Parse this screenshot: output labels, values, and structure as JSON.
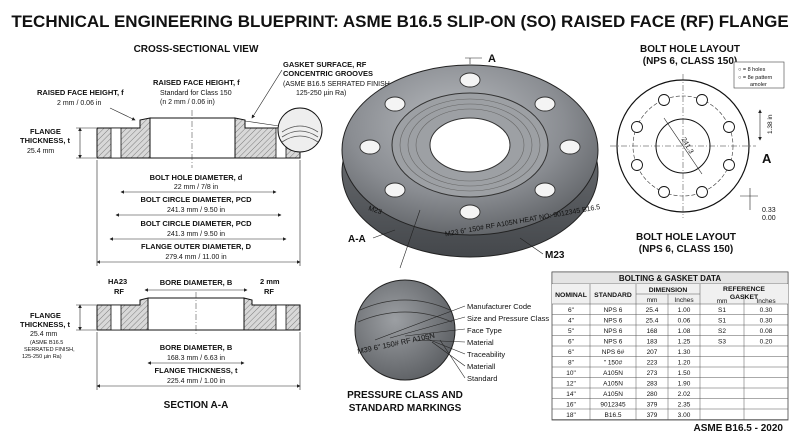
{
  "title": "TECHNICAL ENGINEERING BLUEPRINT: ASME B16.5 SLIP-ON (SO) RAISED FACE (RF) FLANGE",
  "cross_section": {
    "heading": "CROSS-SECTIONAL VIEW",
    "rf_height_left": "RAISED FACE HEIGHT, f",
    "rf_height_left_val": "2 mm / 0.06 in",
    "rf_height_center": "RAISED FACE HEIGHT, f",
    "rf_height_center_std": "Standard for Class 150",
    "rf_height_center_val": "(n 2 mm / 0.06 in)",
    "gasket_1": "GASKET SURFACE, RF",
    "gasket_2": "CONCENTRIC GROOVES",
    "gasket_3": "(ASME B16.5 SERRATED FINISH,",
    "gasket_4": "125-250 µin Ra)",
    "thickness_1": "FLANGE",
    "thickness_2": "THICKNESS, t",
    "thickness_3": "25.4 mm",
    "bolt_hole_dia": "BOLT HOLE DIAMETER, d",
    "bolt_hole_dia_val": "22 mm / 7/8 in",
    "bcd_1": "BOLT CIRCLE DIAMETER, PCD",
    "bcd_1_val": "241.3 mm / 9.50 in",
    "bcd_2": "BOLT CIRCLE DIAMETER, PCD",
    "bcd_2_val": "241.3 mm / 9.50 in",
    "od": "FLANGE OUTER DIAMETER, D",
    "od_val": "279.4 mm / 11.00 in"
  },
  "section_aa": {
    "heading": "SECTION A-A",
    "ha23": "HA23",
    "rf_left": "RF",
    "bore": "BORE DIAMETER, B",
    "two_mm": "2 mm",
    "rf_right": "RF",
    "thick_1": "FLANGE",
    "thick_2": "THICKNESS, t",
    "thick_3": "25.4 mm",
    "thick_4": "(ASME B16.5",
    "thick_5": "SERRATED FINISH,",
    "thick_6": "125-250 µin Ra)",
    "bore_2": "BORE DIAMETER, B",
    "bore_2_val": "168.3 mm / 6.63 in",
    "ft": "FLANGE THICKNESS, t",
    "ft_val": "225.4 mm / 1.00 in"
  },
  "render": {
    "marker_a": "A",
    "aa": "A-A",
    "m23": "M23",
    "stamp": "M23  6\" 150# RF A105N  HEAT NO: 9012345  B16.5"
  },
  "markings": {
    "heading_1": "PRESSURE CLASS AND",
    "heading_2": "STANDARD MARKINGS",
    "inset_text": "M39  6\" 150# RF A105N",
    "callouts": [
      "Manufacturer Code",
      "Size and Pressure Class",
      "Face Type",
      "Material",
      "Traceability",
      "Materiall",
      "Standard"
    ]
  },
  "bolt_layout": {
    "heading_1": "BOLT HOLE LAYOUT",
    "heading_2": "(NPS 6, CLASS 150)",
    "legend_1": "○ = 8 holes",
    "legend_2": "○ = 8e pattern",
    "legend_3": "amoler",
    "pcd": "241.3",
    "dim_right": "1.38 in",
    "marker": "A",
    "dim_a": "0.33",
    "dim_b": "0.00",
    "heading_3": "BOLT HOLE LAYOUT",
    "heading_4": "(NPS 6, CLASS 150)"
  },
  "table": {
    "title": "BOLTING & GASKET DATA",
    "h_nominal": "NOMINAL",
    "h_standard": "STANDARD",
    "h_dimension": "DIMENSION",
    "h_mm": "mm",
    "h_inches": "Inches",
    "h_reference": "REFERENCE",
    "h_gasket": "GASKET",
    "h_ref_mm": "mm",
    "h_ref_inches": "Inches",
    "rows": [
      {
        "nominal": "6\"",
        "standard": "NPS 6",
        "mm": "25.4",
        "inches": "1.00",
        "ref_mm": "S1",
        "ref_in": "0.30"
      },
      {
        "nominal": "4\"",
        "standard": "NPS 6",
        "mm": "25.4",
        "inches": "0.06",
        "ref_mm": "S1",
        "ref_in": "0.30"
      },
      {
        "nominal": "5\"",
        "standard": "NPS 6",
        "mm": "168",
        "inches": "1.08",
        "ref_mm": "S2",
        "ref_in": "0.08"
      },
      {
        "nominal": "6\"",
        "standard": "NPS 6",
        "mm": "183",
        "inches": "1.25",
        "ref_mm": "S3",
        "ref_in": "0.20"
      },
      {
        "nominal": "6\"",
        "standard": "NPS 6#",
        "mm": "207",
        "inches": "1.30",
        "ref_mm": "",
        "ref_in": ""
      },
      {
        "nominal": "8\"",
        "standard": "\" 150#",
        "mm": "223",
        "inches": "1.20",
        "ref_mm": "",
        "ref_in": ""
      },
      {
        "nominal": "10\"",
        "standard": "A105N",
        "mm": "273",
        "inches": "1.50",
        "ref_mm": "",
        "ref_in": ""
      },
      {
        "nominal": "12\"",
        "standard": "A105N",
        "mm": "283",
        "inches": "1.90",
        "ref_mm": "",
        "ref_in": ""
      },
      {
        "nominal": "14\"",
        "standard": "A105N",
        "mm": "280",
        "inches": "2.02",
        "ref_mm": "",
        "ref_in": ""
      },
      {
        "nominal": "16\"",
        "standard": "9012345",
        "mm": "379",
        "inches": "2.35",
        "ref_mm": "",
        "ref_in": ""
      },
      {
        "nominal": "18\"",
        "standard": "B16.5",
        "mm": "379",
        "inches": "3.00",
        "ref_mm": "",
        "ref_in": ""
      }
    ]
  },
  "footer": "ASME B16.5 - 2020"
}
